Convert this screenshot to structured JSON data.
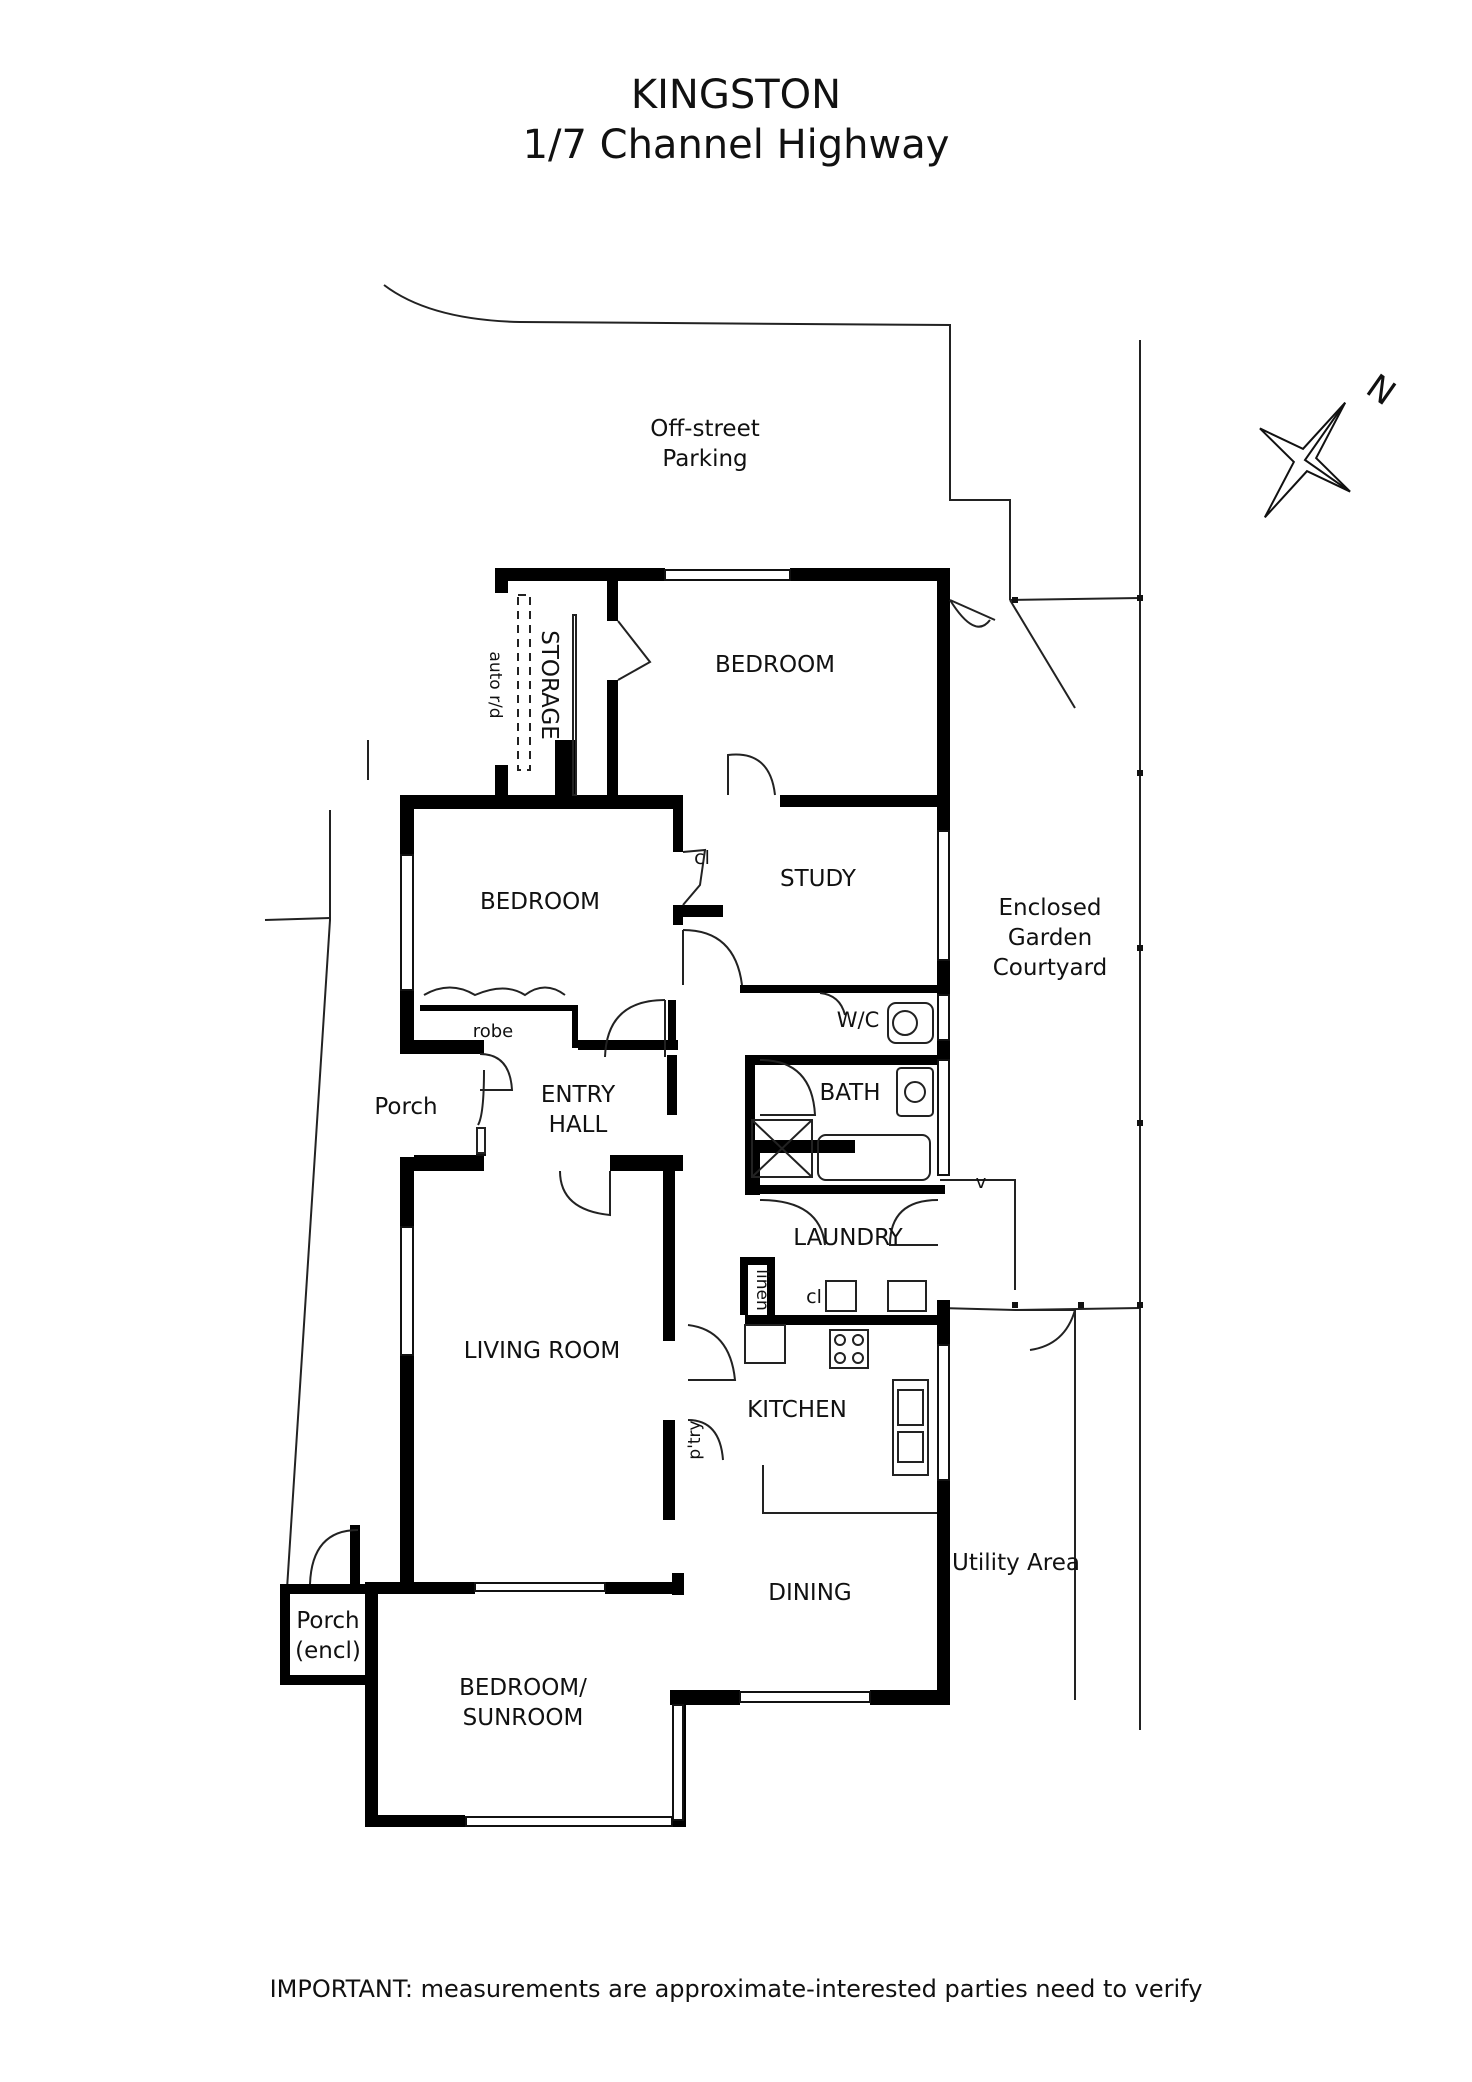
{
  "header": {
    "suburb": "KINGSTON",
    "address": "1/7 Channel Highway"
  },
  "rooms": {
    "off_street_parking_1": "Off-street",
    "off_street_parking_2": "Parking",
    "bedroom_top": "BEDROOM",
    "storage": "STORAGE",
    "auto_rd": "auto r/d",
    "bedroom_left": "BEDROOM",
    "robe": "robe",
    "study": "STUDY",
    "cl_study": "cl",
    "wc": "W/C",
    "bath": "BATH",
    "entry_hall_1": "ENTRY",
    "entry_hall_2": "HALL",
    "porch": "Porch",
    "laundry": "LAUNDRY",
    "linen": "linen",
    "cl_laundry": "cl",
    "v": "v",
    "living_room": "LIVING ROOM",
    "kitchen": "KITCHEN",
    "pantry": "p'try",
    "dining": "DINING",
    "utility_area": "Utility Area",
    "garden_1": "Enclosed",
    "garden_2": "Garden",
    "garden_3": "Courtyard",
    "porch_encl_1": "Porch",
    "porch_encl_2": "(encl)",
    "sunroom_1": "BEDROOM/",
    "sunroom_2": "SUNROOM"
  },
  "compass": {
    "north_label": "N",
    "icon": "north-arrow-icon"
  },
  "footer": {
    "disclaimer": "IMPORTANT: measurements are approximate-interested parties need to verify"
  }
}
